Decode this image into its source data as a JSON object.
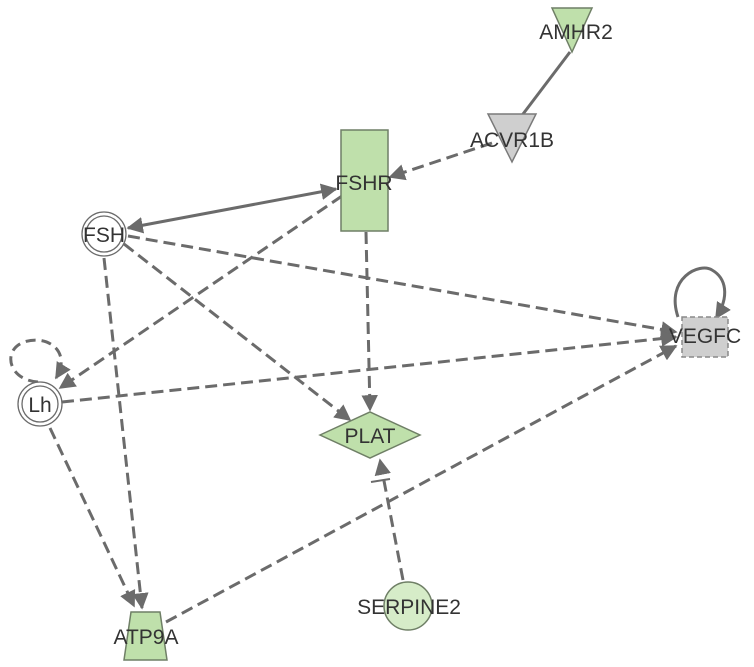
{
  "colors": {
    "edge": "#6b6b6b",
    "node_green_fill": "#bfe0ab",
    "node_green_stroke": "#6f7f66",
    "node_gray_fill": "#cfcfcf",
    "node_gray_stroke": "#7a7a7a",
    "node_white_fill": "#ffffff",
    "label": "#333333"
  },
  "nodes": {
    "amhr2": {
      "label": "AMHR2",
      "shape": "triangle-down",
      "fill": "green"
    },
    "acvr1b": {
      "label": "ACVR1B",
      "shape": "triangle-down",
      "fill": "gray"
    },
    "fshr": {
      "label": "FSHR",
      "shape": "rectangle",
      "fill": "green"
    },
    "fsh": {
      "label": "FSH",
      "shape": "double-circle",
      "fill": "white"
    },
    "vegfc": {
      "label": "VEGFC",
      "shape": "dashed-square",
      "fill": "gray"
    },
    "lh": {
      "label": "Lh",
      "shape": "double-circle",
      "fill": "white"
    },
    "plat": {
      "label": "PLAT",
      "shape": "diamond",
      "fill": "green"
    },
    "serpine2": {
      "label": "SERPINE2",
      "shape": "circle",
      "fill": "green"
    },
    "atp9a": {
      "label": "ATP9A",
      "shape": "trapezoid",
      "fill": "green"
    }
  },
  "edges": [
    {
      "from": "AMHR2",
      "to": "ACVR1B",
      "style": "solid",
      "arrow": "none"
    },
    {
      "from": "ACVR1B",
      "to": "FSHR",
      "style": "dashed",
      "arrow": "end"
    },
    {
      "from": "FSH",
      "to": "FSHR",
      "style": "solid",
      "arrow": "both"
    },
    {
      "from": "FSHR",
      "to": "Lh",
      "style": "dashed",
      "arrow": "end"
    },
    {
      "from": "FSHR",
      "to": "PLAT",
      "style": "dashed",
      "arrow": "end"
    },
    {
      "from": "FSH",
      "to": "VEGFC",
      "style": "dashed",
      "arrow": "end"
    },
    {
      "from": "FSH",
      "to": "PLAT",
      "style": "dashed",
      "arrow": "end"
    },
    {
      "from": "FSH",
      "to": "ATP9A",
      "style": "dashed",
      "arrow": "end"
    },
    {
      "from": "Lh",
      "to": "VEGFC",
      "style": "dashed",
      "arrow": "end"
    },
    {
      "from": "Lh",
      "to": "ATP9A",
      "style": "dashed",
      "arrow": "end"
    },
    {
      "from": "Lh",
      "to": "Lh",
      "style": "dashed",
      "arrow": "end"
    },
    {
      "from": "VEGFC",
      "to": "VEGFC",
      "style": "solid",
      "arrow": "end"
    },
    {
      "from": "ATP9A",
      "to": "VEGFC",
      "style": "dashed",
      "arrow": "end"
    },
    {
      "from": "SERPINE2",
      "to": "PLAT",
      "style": "dashed",
      "arrow": "inhibit-end"
    }
  ]
}
